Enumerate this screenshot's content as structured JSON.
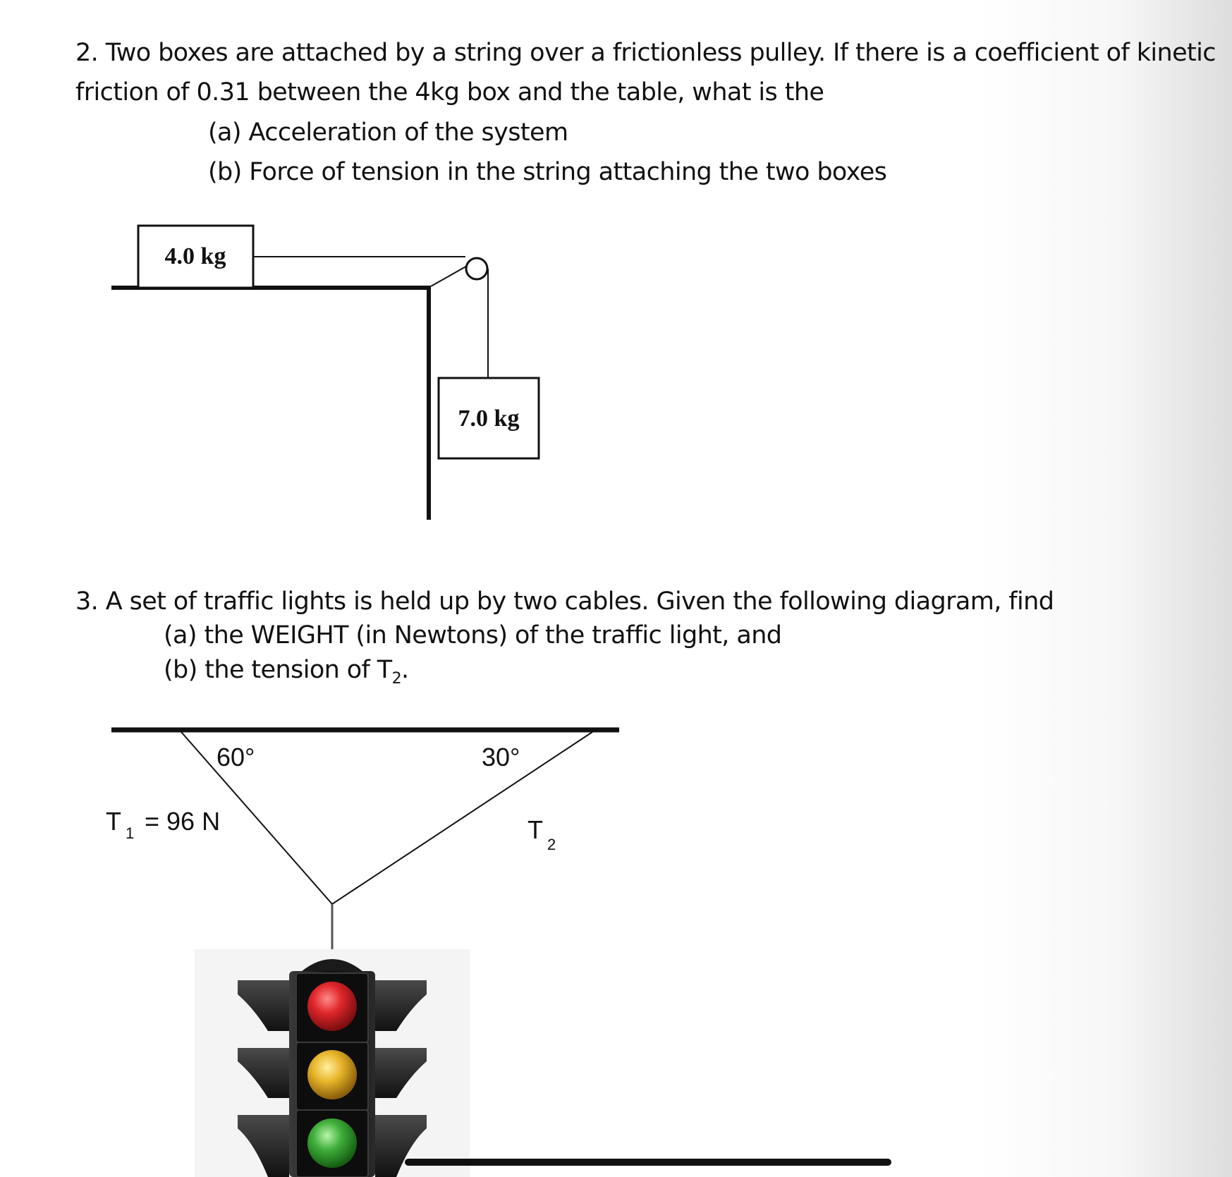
{
  "q2": {
    "line1": "2. Two boxes are attached by a string over a frictionless pulley. If there is a coefficient of kinetic",
    "line2": "friction of 0.31 between the 4kg box and the table, what is the",
    "part_a": "(a)  Acceleration of the system",
    "part_b": "(b)  Force of tension in the string attaching the two boxes",
    "diagram": {
      "box_table_label": "4.0 kg",
      "box_hanging_label": "7.0 kg"
    }
  },
  "q3": {
    "line1": "3. A set of traffic lights is held up by two cables. Given the following diagram, find",
    "part_a": "(a) the WEIGHT (in Newtons) of the traffic light, and",
    "part_b_prefix": "(b) the tension of T",
    "part_b_sub": "2",
    "part_b_suffix": ".",
    "diagram": {
      "angle_left": "60°",
      "angle_right": "30°",
      "t1_letter": "T",
      "t1_sub": "1",
      "t1_value": "= 96 N",
      "t2_letter": "T",
      "t2_sub": "2"
    }
  },
  "colors": {
    "red_lamp": "#e0262a",
    "yellow_lamp": "#e8b52a",
    "green_lamp": "#3fae3a",
    "housing": "#1a1a1a"
  }
}
